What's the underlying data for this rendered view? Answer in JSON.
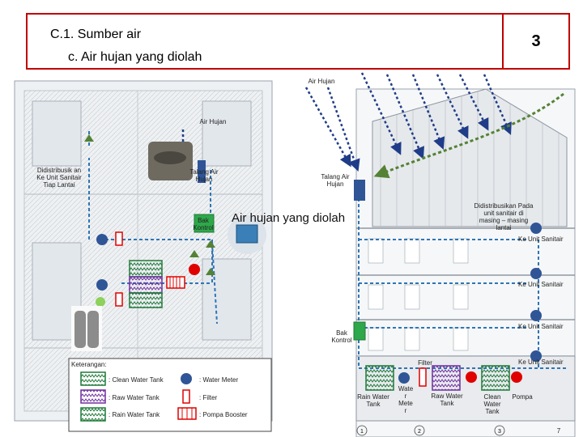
{
  "header": {
    "section": "C.1. Sumber air",
    "subtitle": "c. Air hujan yang diolah",
    "page_number": "3"
  },
  "labels": {
    "air_hujan_top": "Air Hujan",
    "air_hujan_mid": "Air Hujan",
    "talang_left": "Talang Air Hujan",
    "talang_right": "Talang Air Hujan",
    "distribusi_left": "Didistribusik an Ke Unit Sanitair Tiap Lantai",
    "distribusi_right": "Didistribusikan Pada unit sanitair di masing – masing lantai",
    "bak_kontrol_left": "Bak Kontrol",
    "bak_kontrol_right": "Bak Kontrol",
    "big_caption": "Air hujan yang diolah",
    "ke_unit_1": "Ke Unit Sanitair",
    "ke_unit_2": "Ke Unit Sanitair",
    "ke_unit_3": "Ke Unit Sanitair",
    "ke_unit_4": "Ke Unit Sanitair",
    "filter": "Filter",
    "rain_water_tank": "Rain Water Tank",
    "water_meter": "Wate r Mete r",
    "raw_water_tank": "Raw Water Tank",
    "clean_water_tank": "Clean Water Tank",
    "pompa": "Pompa"
  },
  "legend": {
    "title": "Keterangan:",
    "items": {
      "clean": ": Clean Water Tank",
      "meter": ": Water Meter",
      "raw": ": Raw Water Tank",
      "filter": ": Filter",
      "rain": ": Rain Water Tank",
      "pump": ": Pompa Booster"
    }
  },
  "colors": {
    "header_border": "#c00000",
    "pipe_blue": "#2e75b6",
    "rain_arrow": "#1f3c88",
    "green_arrow": "#548235",
    "clean_tank": "#2ea84a",
    "raw_tank": "#7030a0",
    "meter": "#2f5597",
    "filter": "#e00000"
  },
  "footer": {
    "page_mark": "7"
  }
}
